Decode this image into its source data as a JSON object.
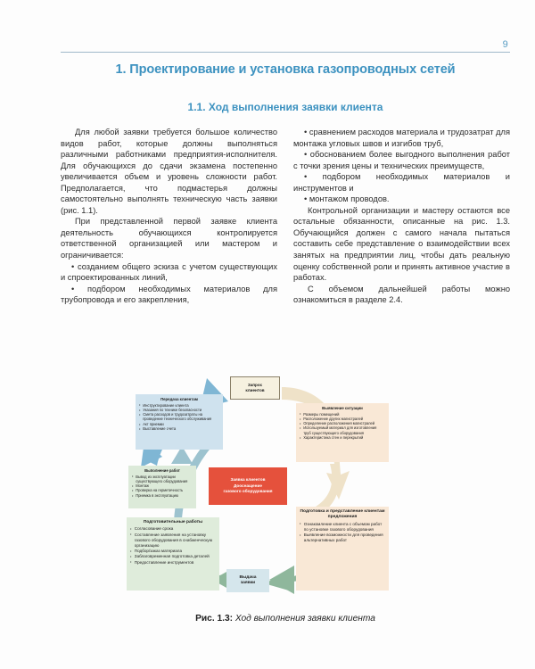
{
  "page": {
    "folio": "9",
    "chapter_title": "1. Проектирование и установка газопроводных сетей",
    "section_title": "1.1. Ход выполнения заявки клиента"
  },
  "body": {
    "left_column": [
      {
        "kind": "paragraph",
        "text": "Для любой заявки требуется большое количество видов работ, которые должны выполняться различными работниками предприятия-исполнителя. Для обучающихся до сдачи экзамена постепенно увеличивается объем и уровень сложности работ. Предполагается, что подмастерья должны самостоятельно выполнять техническую часть заявки (рис. 1.1)."
      },
      {
        "kind": "paragraph",
        "text": "При представленной первой заявке клиента деятельность обучающихся контролируется ответственной организацией или мастером и ограничивается:"
      },
      {
        "kind": "bullet",
        "text": "• созданием общего эскиза с учетом существующих и спроектированных линий,"
      },
      {
        "kind": "bullet",
        "text": "• подбором необходимых материалов для трубопровода и его закрепления,"
      }
    ],
    "right_column": [
      {
        "kind": "bullet",
        "text": "• сравнением расходов материала и трудозатрат для монтажа угловых швов и изгибов труб,"
      },
      {
        "kind": "bullet",
        "text": "• обоснованием более выгодного выполнения работ с точки зрения цены и технических преимуществ,"
      },
      {
        "kind": "bullet",
        "text": "• подбором необходимых материалов и инструментов и"
      },
      {
        "kind": "bullet",
        "text": "• монтажом проводов."
      },
      {
        "kind": "paragraph",
        "text": "Контрольной организации и мастеру остаются все остальные обязанности, описанные на рис. 1.3. Обучающийся должен с самого начала пытаться составить себе представление о взаимодействии всех занятых на предприятии лиц, чтобы дать реальную оценку собственной роли и принять активное участие в работах."
      },
      {
        "kind": "paragraph",
        "text": "С объемом дальнейшей работы можно ознакомиться в разделе 2.4."
      }
    ]
  },
  "figure": {
    "caption_label": "Рис. 1.3:",
    "caption_text": "Ход выполнения заявки клиента",
    "colors": {
      "center_red": "#e5513c",
      "node_blue": "#cfe2ee",
      "node_peach": "#f9e8d6",
      "node_green": "#dfecdb",
      "node_teal": "#d5e6ec",
      "node_cream": "#f6f1e0",
      "arrow_blue": "#7fb6d4",
      "arrow_cream": "#efe2c8",
      "arrow_green": "#8fb79c",
      "arrow_teal": "#9dc3cf"
    },
    "nodes": {
      "request": {
        "title": "Запрос\nклиентов",
        "title_line1": "Запрос",
        "title_line2": "клиентов"
      },
      "situation": {
        "title": "Выявление ситуации",
        "items": [
          "Размеры помещений",
          "Расположение других магистралей",
          "Определение расположения магистралей",
          "Используемый материал для изготовления труб существующего оборудования",
          "Характеристика стен и перекрытий"
        ]
      },
      "offer": {
        "title": "Подготовка и представление клиентам предложения",
        "items": [
          "Ознакомление клиента с объемом работ по установке газового оборудования",
          "Выявление возможности для проведения альтернативных работ"
        ]
      },
      "issue": {
        "title_line1": "Выдача",
        "title_line2": "заявки"
      },
      "preparation": {
        "title": "Подготовительные работы",
        "items": [
          "Согласование срока",
          "Составление заявления на установку газового оборудования в снабженческую организацию",
          "Подбор/заказ материала",
          "Заблаговременная подготовка деталей",
          "Предоставление инструментов"
        ]
      },
      "work": {
        "title": "Выполнение работ",
        "items": [
          "Вывод из эксплуатации существующего оборудования",
          "Монтаж",
          "Проверка на герметичность",
          "Приемка в эксплуатацию"
        ]
      },
      "handover": {
        "title": "Передача клиентам",
        "items": [
          "Инструктирование клиента",
          "Указания по технике безопасности",
          "Смета расходов и трудозатраты на проведение технического обслуживания",
          "Акт приемки",
          "Выставление счета"
        ]
      },
      "center": {
        "title_line1": "Заявка клиентов",
        "title_line2": "Дооснащение",
        "title_line3": "газового оборудования"
      }
    }
  }
}
